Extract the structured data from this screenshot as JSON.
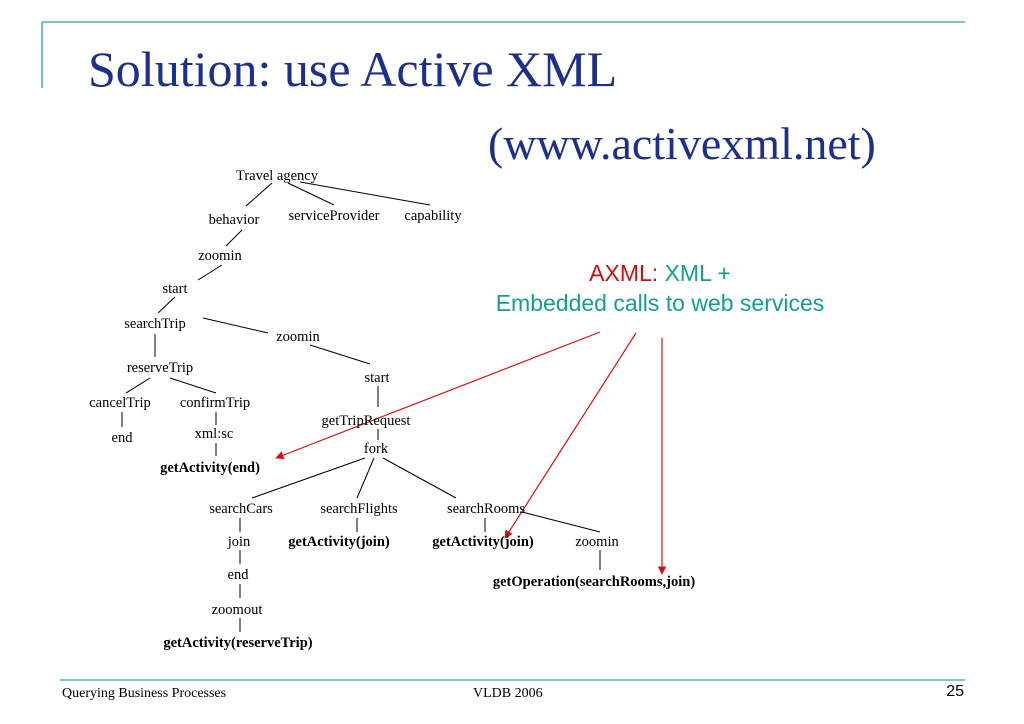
{
  "slide": {
    "title": "Solution: use Active XML",
    "subtitle": "(www.activexml.net)",
    "callout": {
      "prefix": "AXML:",
      "line1_rest": " XML +",
      "line2": "Embedded calls to  web services"
    },
    "tree": {
      "travel_agency": "Travel agency",
      "behavior": "behavior",
      "service_provider": "serviceProvider",
      "capability": "capability",
      "zoomin1": "zoomin",
      "start1": "start",
      "search_trip": "searchTrip",
      "zoomin2": "zoomin",
      "reserve_trip": "reserveTrip",
      "start2": "start",
      "cancel_trip": "cancelTrip",
      "confirm_trip": "confirmTrip",
      "get_trip_request": "getTripRequest",
      "end1": "end",
      "xml_sc": "xml:sc",
      "fork": "fork",
      "get_activity_end": "getActivity(end)",
      "search_cars": "searchCars",
      "search_flights": "searchFlights",
      "search_rooms": "searchRooms",
      "join": "join",
      "get_activity_join_1": "getActivity(join)",
      "get_activity_join_2": "getActivity(join)",
      "zoomin3": "zoomin",
      "end2": "end",
      "get_operation": "getOperation(searchRooms,join)",
      "zoomout": "zoomout",
      "get_activity_reserve_trip": "getActivity(reserveTrip)"
    },
    "colors": {
      "title": "#1c2f8a",
      "frame": "#2aa39a",
      "arrow": "#d41010",
      "axml_label": "#cc1010",
      "callout_text": "#13a08c"
    }
  },
  "footer": {
    "left": "Querying Business Processes",
    "center": "VLDB 2006",
    "page_number": "25"
  }
}
